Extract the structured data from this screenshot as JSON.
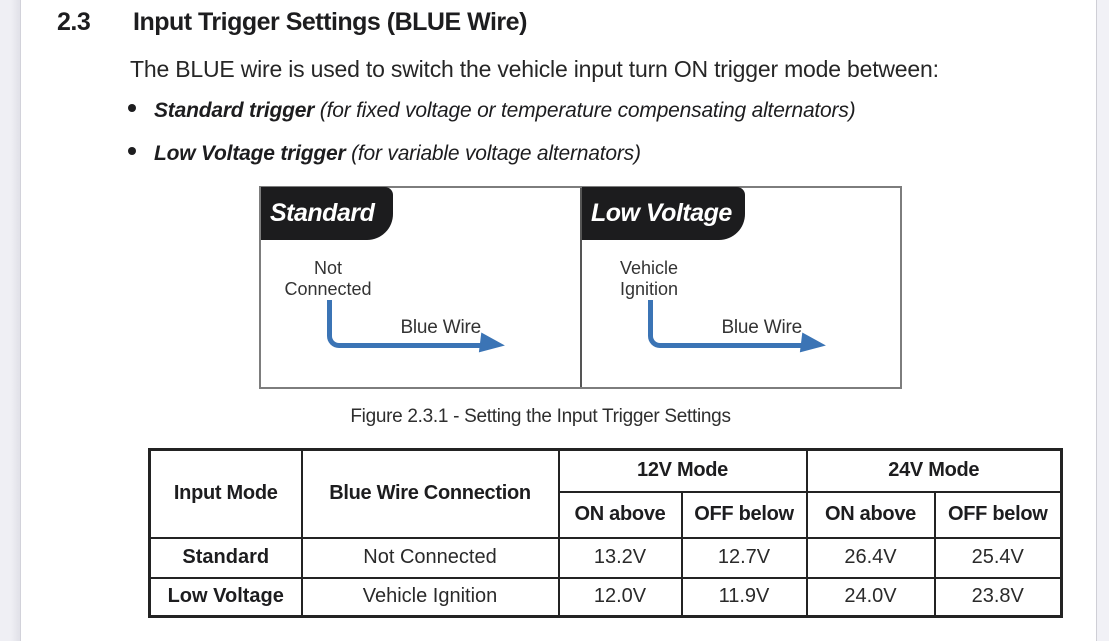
{
  "section": {
    "number": "2.3",
    "title": "Input Trigger Settings (BLUE Wire)"
  },
  "intro": {
    "text": "The BLUE wire is used to switch the vehicle input turn ON trigger mode between:"
  },
  "bullets": [
    {
      "lead": "Standard trigger",
      "rest": " (for fixed voltage or temperature compensating alternators)"
    },
    {
      "lead": "Low Voltage trigger",
      "rest": " (for variable voltage alternators)"
    }
  ],
  "figure": {
    "caption": "Figure 2.3.1 - Setting the Input Trigger Settings",
    "panels": [
      {
        "tab": "Standard",
        "label_line1": "Not",
        "label_line2": "Connected",
        "wire_label": "Blue Wire"
      },
      {
        "tab": "Low Voltage",
        "label_line1": "Vehicle",
        "label_line2": "Ignition",
        "wire_label": "Blue Wire"
      }
    ],
    "colors": {
      "wire_blue": "#3b74b5",
      "tab_black": "#1c1c1e"
    }
  },
  "table": {
    "headers": {
      "input_mode": "Input Mode",
      "connection": "Blue Wire Connection",
      "mode_12v": "12V Mode",
      "mode_24v": "24V Mode",
      "on_above": "ON above",
      "off_below": "OFF below"
    },
    "rows": [
      {
        "mode": "Standard",
        "connection": "Not Connected",
        "v12_on": "13.2V",
        "v12_off": "12.7V",
        "v24_on": "26.4V",
        "v24_off": "25.4V"
      },
      {
        "mode": "Low Voltage",
        "connection": "Vehicle Ignition",
        "v12_on": "12.0V",
        "v12_off": "11.9V",
        "v24_on": "24.0V",
        "v24_off": "23.8V"
      }
    ]
  }
}
